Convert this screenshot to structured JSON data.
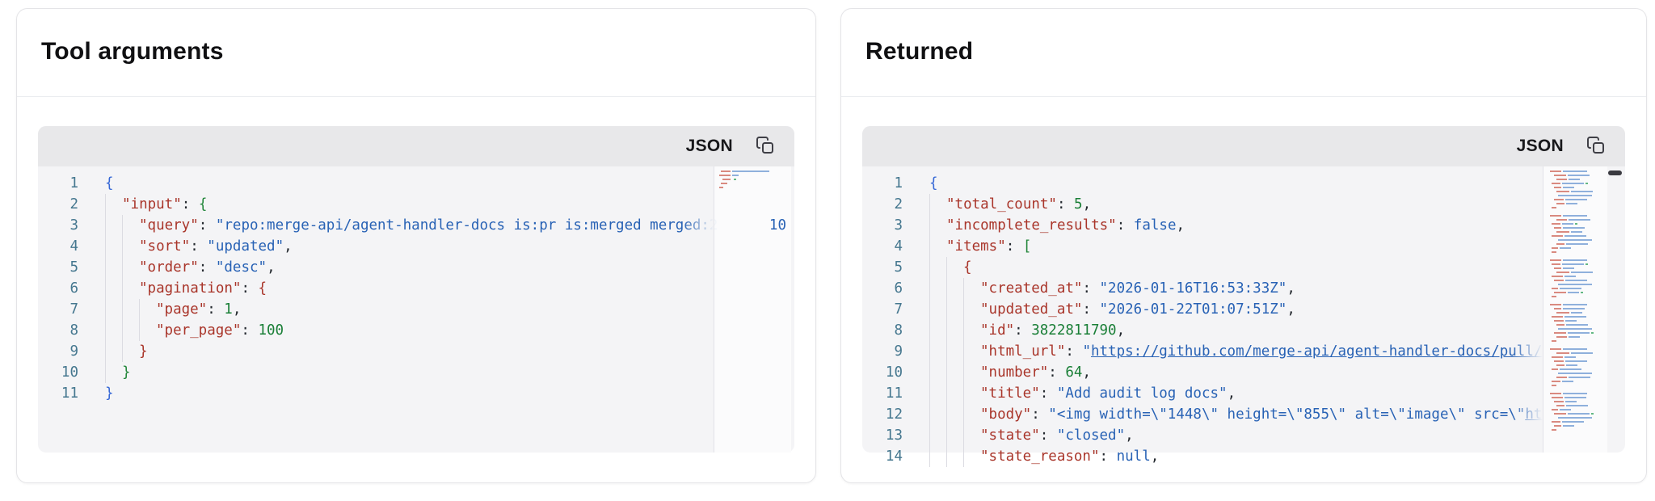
{
  "colors": {
    "key": "#a9352a",
    "string": "#2862b5",
    "number": "#1a7f37",
    "keyword": "#2862b5",
    "line_number": "#45778f",
    "bracket_depth_0": "#3567d6",
    "bracket_depth_1": "#22863a",
    "bracket_depth_2": "#a9352a",
    "code_bg": "#f4f4f6",
    "code_header_bg": "#e8e8ea",
    "card_border": "#e4e4e7"
  },
  "panels": {
    "left": {
      "title": "Tool arguments",
      "code_label": "JSON",
      "copy_icon": "copy-icon",
      "overflow_fragment": "10",
      "lines": [
        {
          "n": "1",
          "i": 0,
          "s": [
            [
              "{",
              "p0"
            ]
          ]
        },
        {
          "n": "2",
          "i": 1,
          "s": [
            [
              "\"input\"",
              "k"
            ],
            [
              ": ",
              "d"
            ],
            [
              "{",
              "p1"
            ]
          ]
        },
        {
          "n": "3",
          "i": 2,
          "s": [
            [
              "\"query\"",
              "k"
            ],
            [
              ": ",
              "d"
            ],
            [
              "\"repo:merge-api/agent-handler-docs is:pr is:merged merged:2",
              "s"
            ]
          ]
        },
        {
          "n": "4",
          "i": 2,
          "s": [
            [
              "\"sort\"",
              "k"
            ],
            [
              ": ",
              "d"
            ],
            [
              "\"updated\"",
              "s"
            ],
            [
              ",",
              "d"
            ]
          ]
        },
        {
          "n": "5",
          "i": 2,
          "s": [
            [
              "\"order\"",
              "k"
            ],
            [
              ": ",
              "d"
            ],
            [
              "\"desc\"",
              "s"
            ],
            [
              ",",
              "d"
            ]
          ]
        },
        {
          "n": "6",
          "i": 2,
          "s": [
            [
              "\"pagination\"",
              "k"
            ],
            [
              ": ",
              "d"
            ],
            [
              "{",
              "p2"
            ]
          ]
        },
        {
          "n": "7",
          "i": 3,
          "s": [
            [
              "\"page\"",
              "k"
            ],
            [
              ": ",
              "d"
            ],
            [
              "1",
              "n"
            ],
            [
              ",",
              "d"
            ]
          ]
        },
        {
          "n": "8",
          "i": 3,
          "s": [
            [
              "\"per_page\"",
              "k"
            ],
            [
              ": ",
              "d"
            ],
            [
              "100",
              "n"
            ]
          ]
        },
        {
          "n": "9",
          "i": 2,
          "s": [
            [
              "}",
              "p2"
            ]
          ]
        },
        {
          "n": "10",
          "i": 1,
          "s": [
            [
              "}",
              "p1"
            ]
          ]
        },
        {
          "n": "11",
          "i": 0,
          "s": [
            [
              "}",
              "p0"
            ]
          ]
        }
      ],
      "minimap": {
        "rows_list": [
          [
            2,
            12,
            46,
            0
          ],
          [
            0,
            14,
            8,
            0
          ],
          [
            4,
            10,
            0,
            1
          ],
          [
            2,
            8,
            0,
            0
          ],
          [
            0,
            5,
            0,
            0
          ]
        ]
      }
    },
    "right": {
      "title": "Returned",
      "code_label": "JSON",
      "copy_icon": "copy-icon",
      "lines": [
        {
          "n": "1",
          "i": 0,
          "s": [
            [
              "{",
              "p0"
            ]
          ]
        },
        {
          "n": "2",
          "i": 1,
          "s": [
            [
              "\"total_count\"",
              "k"
            ],
            [
              ": ",
              "d"
            ],
            [
              "5",
              "n"
            ],
            [
              ",",
              "d"
            ]
          ]
        },
        {
          "n": "3",
          "i": 1,
          "s": [
            [
              "\"incomplete_results\"",
              "k"
            ],
            [
              ": ",
              "d"
            ],
            [
              "false",
              "b"
            ],
            [
              ",",
              "d"
            ]
          ]
        },
        {
          "n": "4",
          "i": 1,
          "s": [
            [
              "\"items\"",
              "k"
            ],
            [
              ": ",
              "d"
            ],
            [
              "[",
              "p1"
            ]
          ]
        },
        {
          "n": "5",
          "i": 2,
          "s": [
            [
              "{",
              "p2"
            ]
          ]
        },
        {
          "n": "6",
          "i": 3,
          "s": [
            [
              "\"created_at\"",
              "k"
            ],
            [
              ": ",
              "d"
            ],
            [
              "\"2026-01-16T16:53:33Z\"",
              "s"
            ],
            [
              ",",
              "d"
            ]
          ]
        },
        {
          "n": "7",
          "i": 3,
          "s": [
            [
              "\"updated_at\"",
              "k"
            ],
            [
              ": ",
              "d"
            ],
            [
              "\"2026-01-22T01:07:51Z\"",
              "s"
            ],
            [
              ",",
              "d"
            ]
          ]
        },
        {
          "n": "8",
          "i": 3,
          "s": [
            [
              "\"id\"",
              "k"
            ],
            [
              ": ",
              "d"
            ],
            [
              "3822811790",
              "n"
            ],
            [
              ",",
              "d"
            ]
          ]
        },
        {
          "n": "9",
          "i": 3,
          "s": [
            [
              "\"html_url\"",
              "k"
            ],
            [
              ": ",
              "d"
            ],
            [
              "\"",
              "s"
            ],
            [
              "https://github.com/merge-api/agent-handler-docs/pull/",
              "u"
            ]
          ]
        },
        {
          "n": "10",
          "i": 3,
          "s": [
            [
              "\"number\"",
              "k"
            ],
            [
              ": ",
              "d"
            ],
            [
              "64",
              "n"
            ],
            [
              ",",
              "d"
            ]
          ]
        },
        {
          "n": "11",
          "i": 3,
          "s": [
            [
              "\"title\"",
              "k"
            ],
            [
              ": ",
              "d"
            ],
            [
              "\"Add audit log docs\"",
              "s"
            ],
            [
              ",",
              "d"
            ]
          ]
        },
        {
          "n": "12",
          "i": 3,
          "s": [
            [
              "\"body\"",
              "k"
            ],
            [
              ": ",
              "d"
            ],
            [
              "\"<img width=\\\"1448\\\" height=\\\"855\\\" alt=\\\"image\\\" src=\\\"",
              "s"
            ],
            [
              "ht",
              "u"
            ]
          ]
        },
        {
          "n": "13",
          "i": 3,
          "s": [
            [
              "\"state\"",
              "k"
            ],
            [
              ": ",
              "d"
            ],
            [
              "\"closed\"",
              "s"
            ],
            [
              ",",
              "d"
            ]
          ]
        },
        {
          "n": "14",
          "i": 3,
          "s": [
            [
              "\"state_reason\"",
              "k"
            ],
            [
              ": ",
              "d"
            ],
            [
              "null",
              "b"
            ],
            [
              ",",
              "d"
            ]
          ]
        }
      ],
      "minimap": {
        "blocks": 6,
        "rows": 10
      },
      "has_vscrollbar": true
    }
  }
}
